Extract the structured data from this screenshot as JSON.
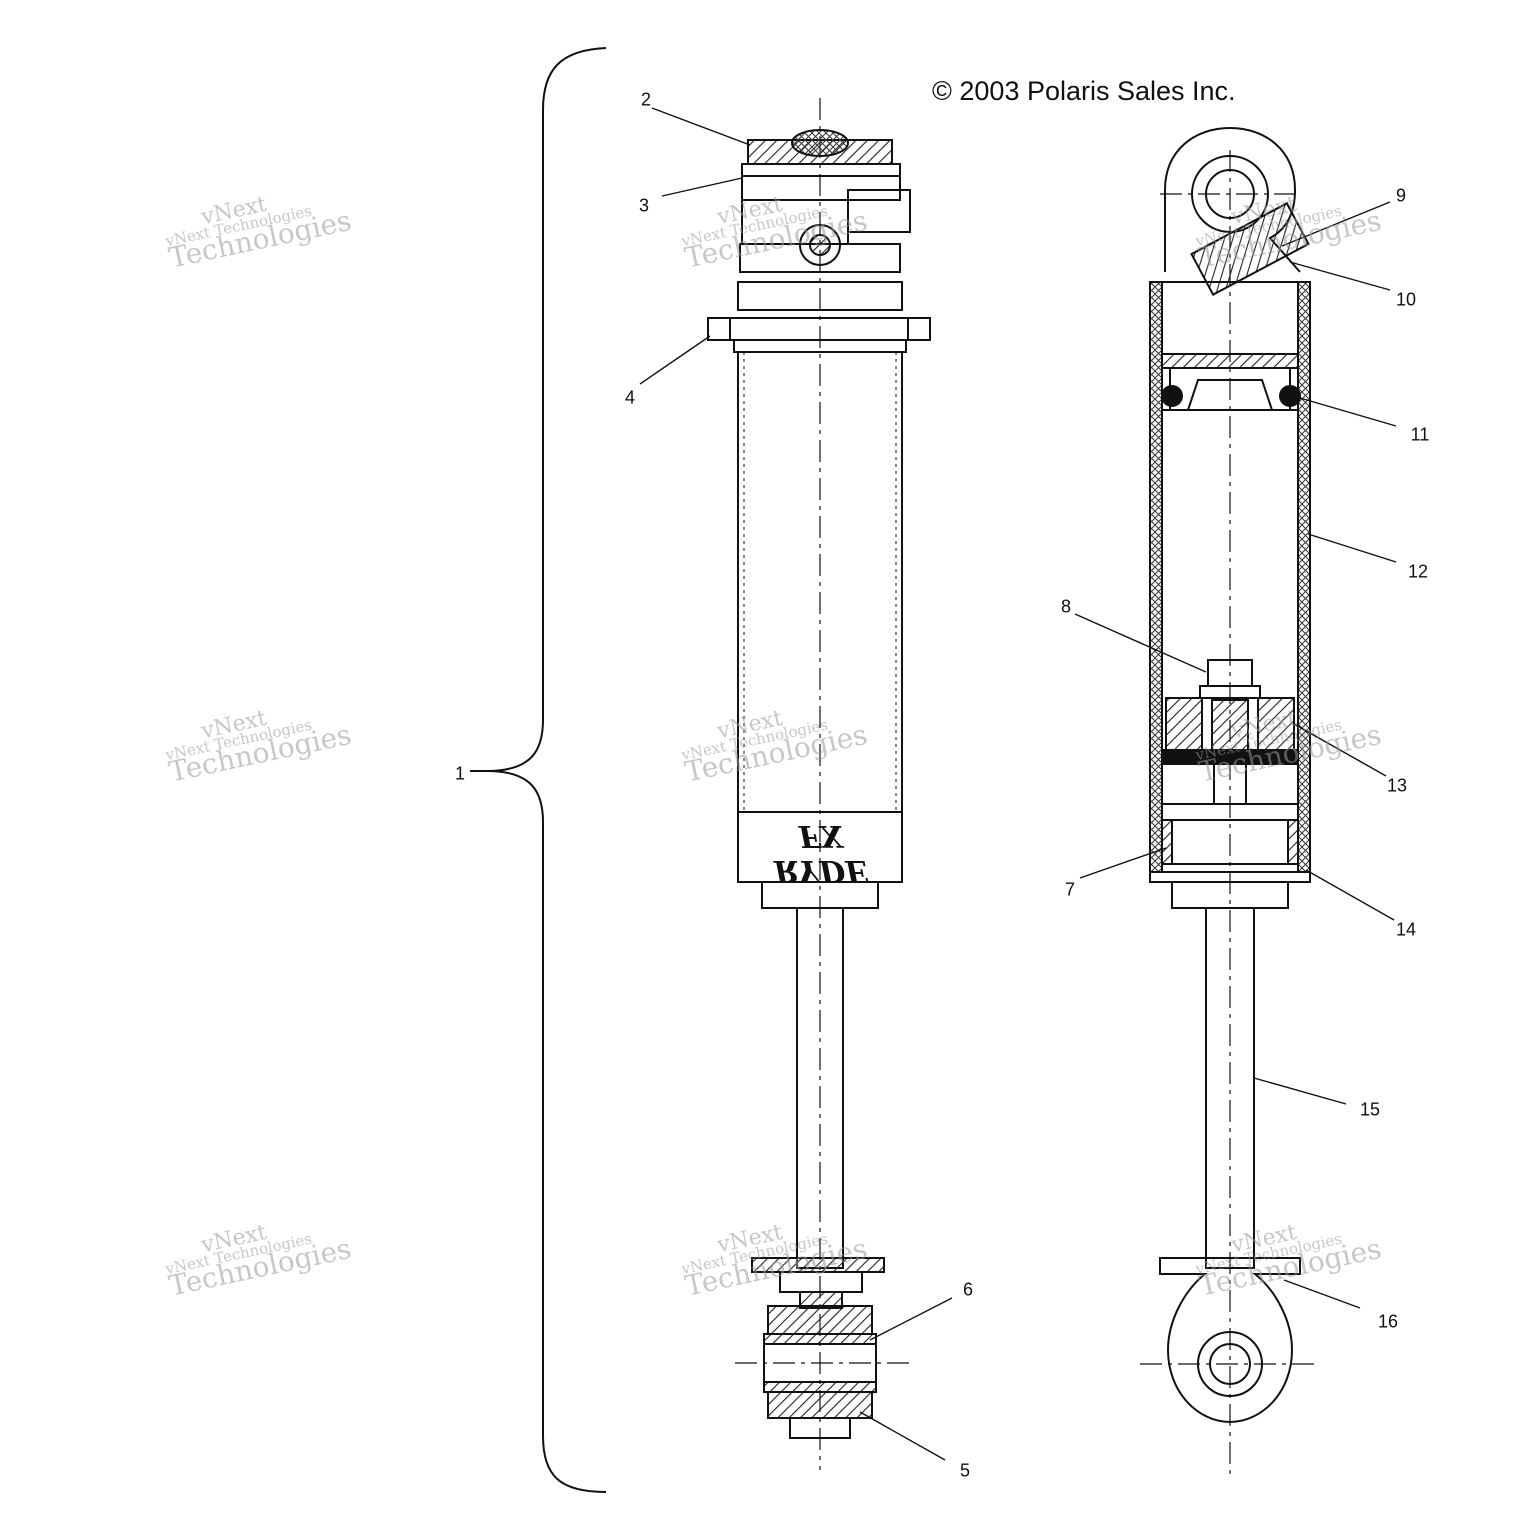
{
  "copyright": "© 2003 Polaris Sales Inc.",
  "brand_mark": "RYDE FX",
  "watermark": {
    "line1": "vNext",
    "line2": "vNext Technologies",
    "line3": "Technologies"
  },
  "callouts": [
    "1",
    "2",
    "3",
    "4",
    "5",
    "6",
    "7",
    "8",
    "9",
    "10",
    "11",
    "12",
    "13",
    "14",
    "15",
    "16"
  ]
}
